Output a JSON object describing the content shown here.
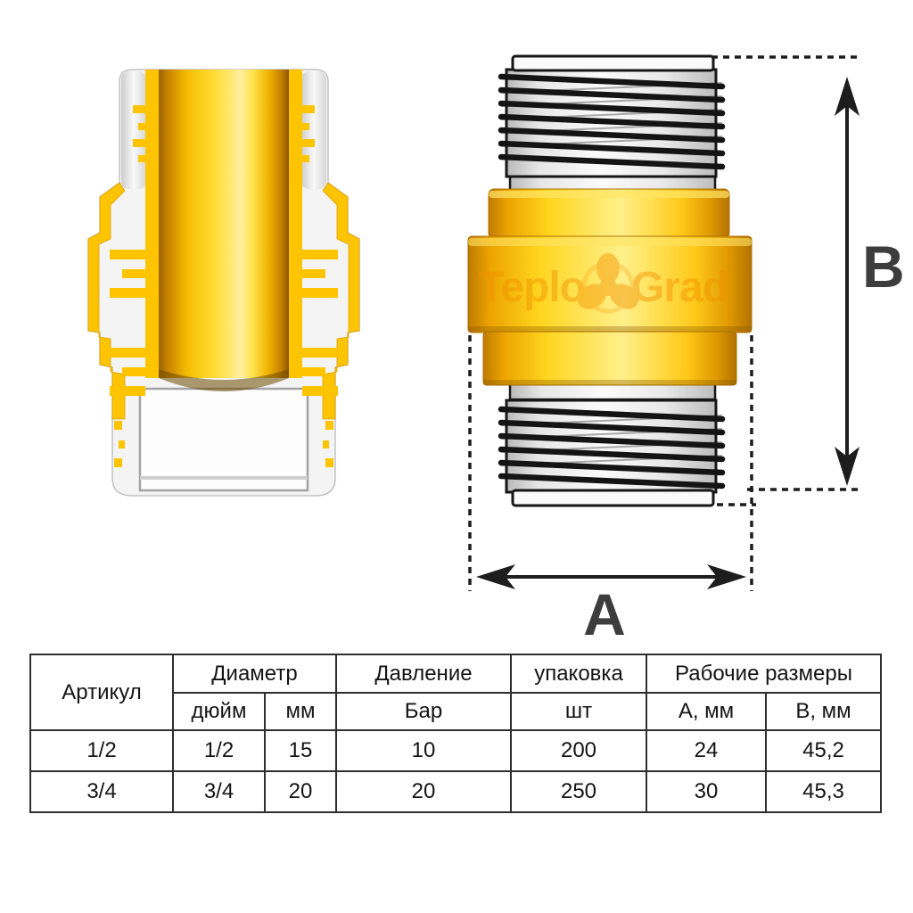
{
  "product": {
    "watermark": {
      "part1": "Teplo",
      "part2": "Grad",
      "color": "#f29100"
    },
    "dimension_labels": {
      "width": "A",
      "height": "B"
    }
  },
  "spec_table": {
    "col_article": "Артикул",
    "col_diameter": "Диаметр",
    "col_diameter_inch": "дюйм",
    "col_diameter_mm": "мм",
    "col_pressure": "Давление",
    "col_pressure_unit": "Бар",
    "col_package": "упаковка",
    "col_package_unit": "шт",
    "col_work_sizes": "Рабочие размеры",
    "col_size_a": "А, мм",
    "col_size_b": "В, мм",
    "rows": [
      {
        "article": "1/2",
        "inch": "1/2",
        "mm": "15",
        "bar": "10",
        "pcs": "200",
        "a_mm": "24",
        "b_mm": "45,2"
      },
      {
        "article": "3/4",
        "inch": "3/4",
        "mm": "20",
        "bar": "20",
        "pcs": "250",
        "a_mm": "30",
        "b_mm": "45,3"
      }
    ]
  },
  "colors": {
    "gold": "#ffd012",
    "gold_dark": "#c07c00",
    "silver": "#e8e8e8",
    "line": "#1c1c1c",
    "label": "#3d3d3d"
  }
}
